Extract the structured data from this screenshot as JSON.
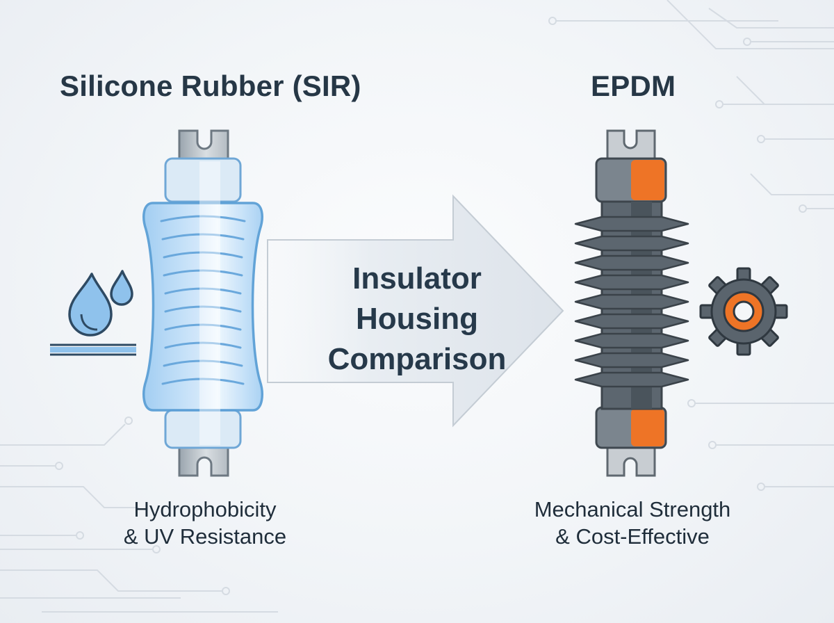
{
  "left": {
    "title": "Silicone Rubber (SIR)",
    "caption_line1": "Hydrophobicity",
    "caption_line2": "& UV Resistance",
    "icon": "water-drops-icon",
    "accent": "#5aa8e0"
  },
  "center": {
    "line1": "Insulator",
    "line2": "Housing",
    "line3": "Comparison"
  },
  "right": {
    "title": "EPDM",
    "caption_line1": "Mechanical Strength",
    "caption_line2": "& Cost-Effective",
    "icon": "gear-icon",
    "accent": "#ee7426",
    "body_color": "#4f5a63"
  }
}
